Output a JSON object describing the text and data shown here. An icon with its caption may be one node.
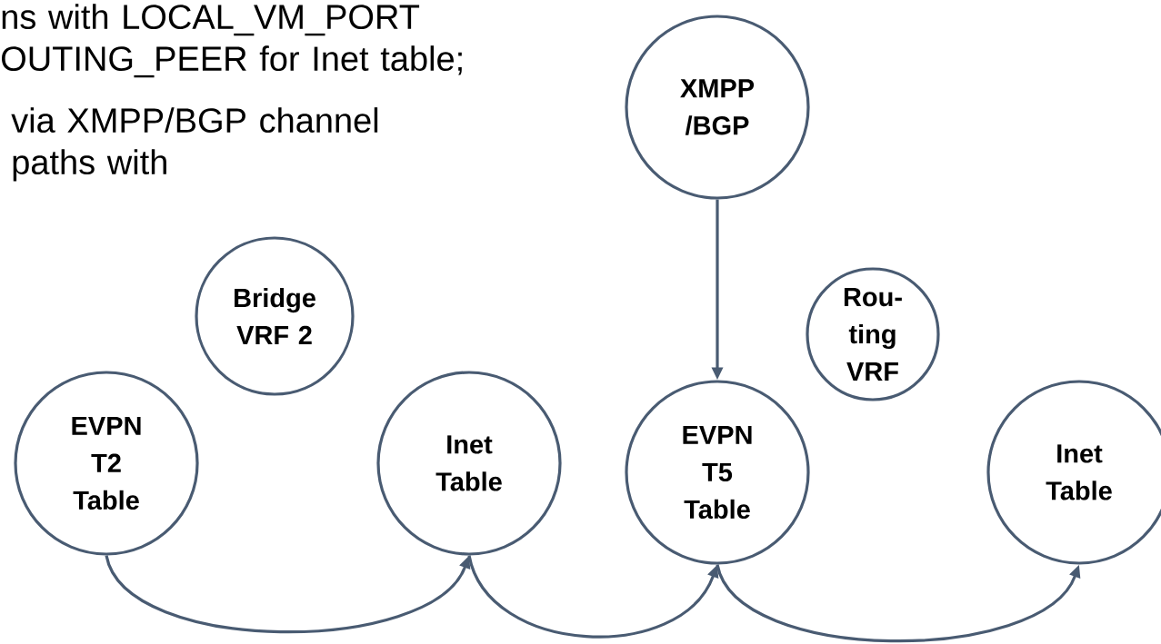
{
  "diagram": {
    "nodes": [
      {
        "text": [
          "XMPP /BGP"
        ]
      },
      {
        "text": [
          "Bridge VRF 2"
        ]
      },
      {
        "text": [
          "Rou- ting VRF"
        ]
      },
      {
        "text": [
          "EVPN T2 Table"
        ]
      },
      {
        "text": [
          "Inet Table"
        ]
      },
      {
        "text": [
          "EVPN T5 Table"
        ]
      },
      {
        "text": [
          "Inet Table"
        ]
      }
    ],
    "edges": [
      {
        "from": 0,
        "to": 5,
        "arrow": "to"
      },
      {
        "from": 3,
        "to": 4,
        "arrow": "to"
      },
      {
        "from": 4,
        "to": 5,
        "arrow": "to"
      },
      {
        "from": 5,
        "to": 6,
        "arrow": "to"
      }
    ],
    "labels": [
      "ns with LOCAL_VM_PORT OUTING_PEER for Inet table;",
      "via XMPP/BGP channel paths with"
    ]
  }
}
